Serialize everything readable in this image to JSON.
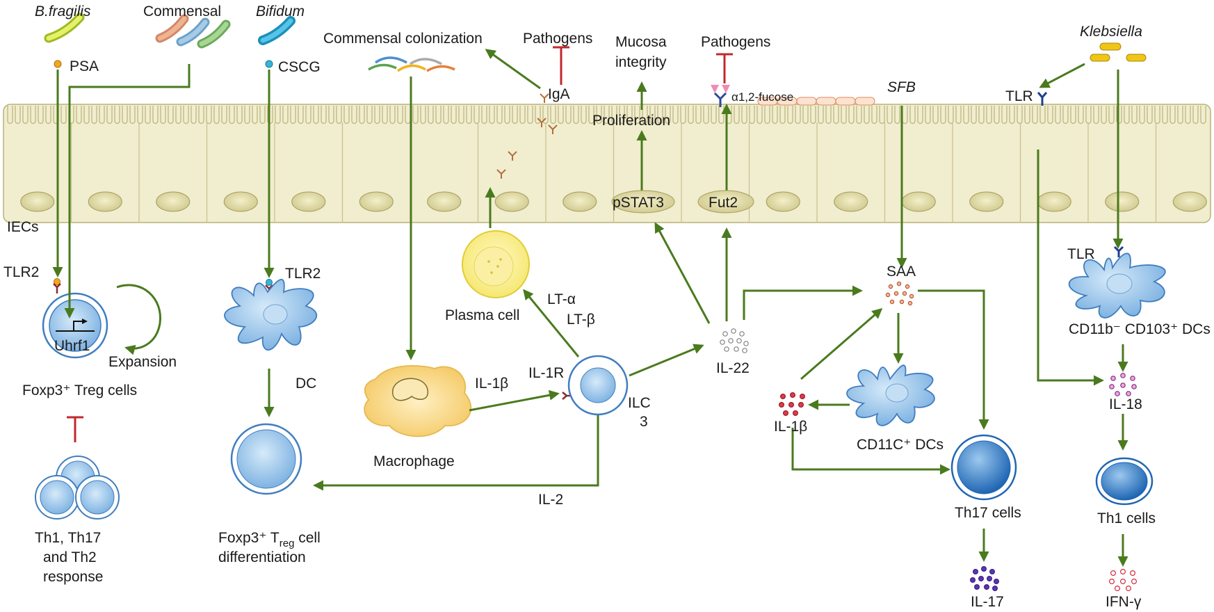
{
  "labels": {
    "b_fragilis": "B.fragilis",
    "commensal": "Commensal",
    "bifidum": "Bifidum",
    "commensal_colonization": "Commensal colonization",
    "pathogens_1": "Pathogens",
    "mucosa_integrity_1": "Mucosa",
    "mucosa_integrity_2": "integrity",
    "pathogens_2": "Pathogens",
    "klebsiella": "Klebsiella",
    "psa": "PSA",
    "cscg": "CSCG",
    "iga": "IgA",
    "fucose": "α1,2-fucose",
    "sfb": "SFB",
    "tlr_top": "TLR",
    "proliferation": "Proliferation",
    "pstat3": "pSTAT3",
    "fut2": "Fut2",
    "iecs": "IECs",
    "tlr2_left": "TLR2",
    "uhrf1": "Uhrf1",
    "expansion": "Expansion",
    "foxp3_treg": "Foxp3⁺ Treg cells",
    "th_response_1": "Th1, Th17",
    "th_response_2": "and Th2",
    "th_response_3": "response",
    "tlr2_dc": "TLR2",
    "dc": "DC",
    "treg_diff_1a": "Foxp3⁺ T",
    "treg_diff_1sub": "reg",
    "treg_diff_1b": " cell",
    "treg_diff_2": "differentiation",
    "plasma_cell": "Plasma cell",
    "lt_alpha": "LT-α",
    "lt_beta": "LT-β",
    "macrophage": "Macrophage",
    "il1b_mac": "IL-1β",
    "il1r": "IL-1R",
    "ilc3_1": "ILC",
    "ilc3_2": "3",
    "il2": "IL-2",
    "il22": "IL-22",
    "saa": "SAA",
    "il1b_right": "IL-1β",
    "cd11c_dcs": "CD11C⁺ DCs",
    "th17_cells": "Th17 cells",
    "il17": "IL-17",
    "tlr_right": "TLR",
    "cd103_dcs": "CD11b⁻ CD103⁺ DCs",
    "il18": "IL-18",
    "th1_cells": "Th1 cells",
    "ifng": "IFN-γ"
  },
  "colors": {
    "arrow": "#4a7a1e",
    "inhibit": "#c0282d",
    "epithelium_fill": "#f1edcf",
    "epithelium_stroke": "#b9b27a",
    "cell_blue": "#a9cfee",
    "cell_blue_dark": "#3b7fc4",
    "plasma_yellow": "#fbf3a8",
    "macrophage_orange": "#f8d98a"
  }
}
